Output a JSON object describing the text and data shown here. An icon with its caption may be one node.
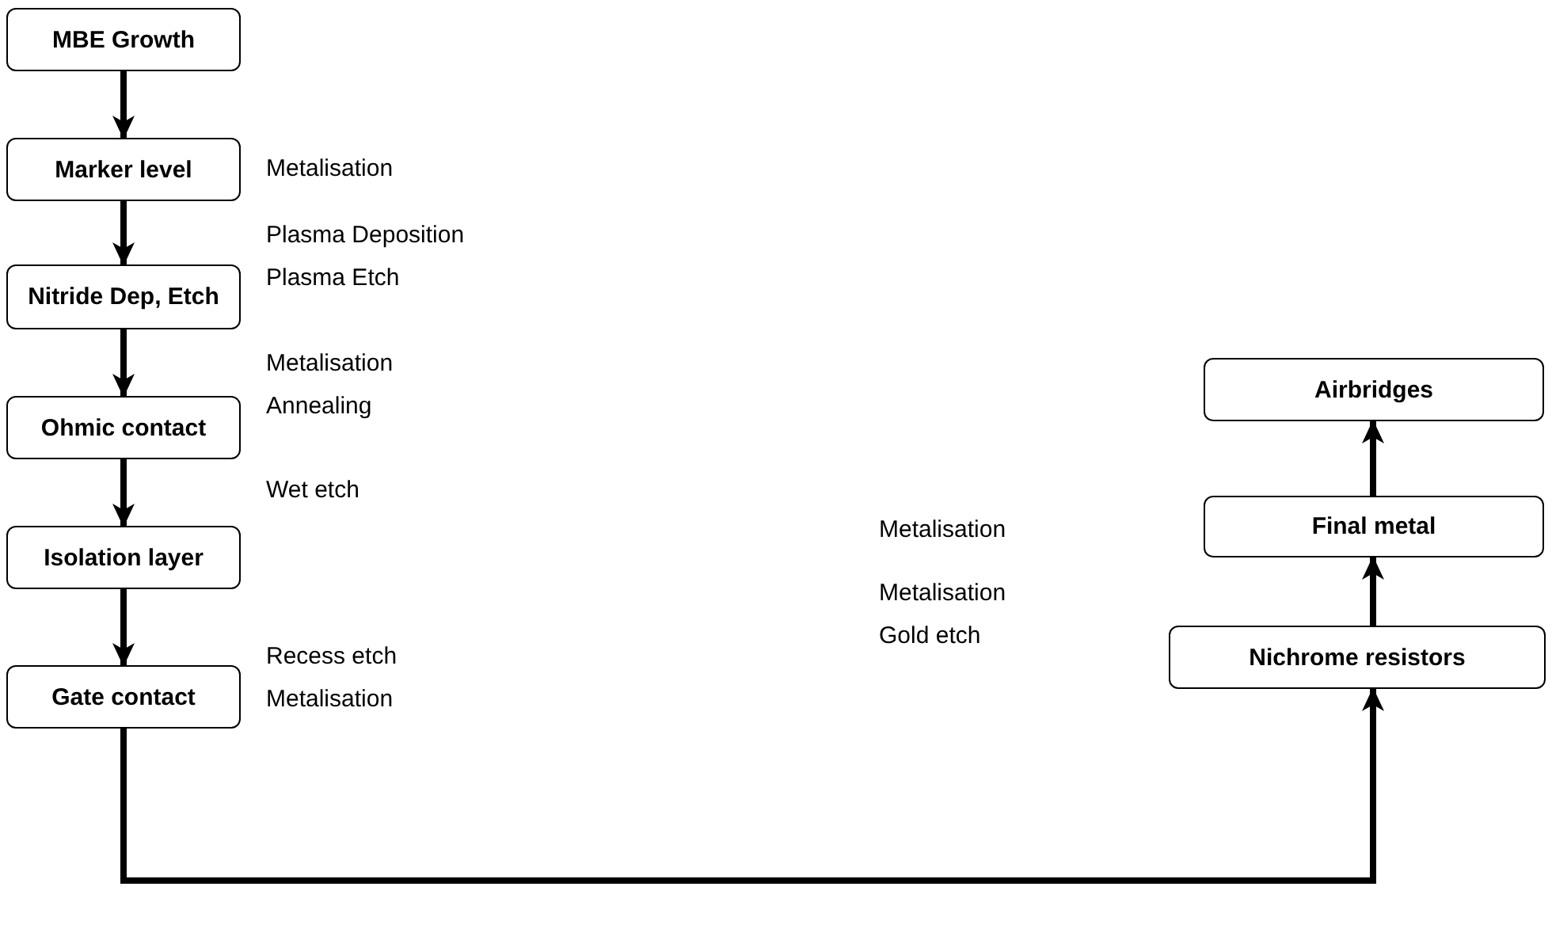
{
  "diagram": {
    "nodes": [
      {
        "text": [
          "MBE Growth"
        ]
      },
      {
        "text": [
          "Marker level"
        ],
        "beside": [
          "Metalisation"
        ]
      },
      {
        "text": [
          "Nitride Dep, Etch"
        ],
        "beside": [
          "Plasma Deposition",
          "Plasma Etch"
        ]
      },
      {
        "text": [
          "Ohmic contact"
        ],
        "beside": [
          "Metalisation",
          "Annealing"
        ]
      },
      {
        "text": [
          "Isolation layer"
        ],
        "beside": [
          "Wet etch"
        ]
      },
      {
        "text": [
          "Gate contact"
        ],
        "beside": [
          "Recess etch",
          "Metalisation"
        ]
      },
      {
        "text": [
          "Nichrome resistors"
        ],
        "beside": [
          "Metalisation",
          "Gold etch"
        ]
      },
      {
        "text": [
          "Final metal"
        ]
      },
      {
        "text": [
          "Airbridges"
        ]
      }
    ],
    "edges": [
      {
        "from": 0,
        "to": 1,
        "arrow": "to"
      },
      {
        "from": 1,
        "to": 2,
        "arrow": "to"
      },
      {
        "from": 2,
        "to": 3,
        "arrow": "to"
      },
      {
        "from": 3,
        "to": 4,
        "arrow": "to"
      },
      {
        "from": 4,
        "to": 5,
        "arrow": "to"
      },
      {
        "from": 5,
        "to": 6,
        "arrow": "to"
      },
      {
        "from": 6,
        "to": 7,
        "arrow": "to"
      },
      {
        "from": 7,
        "to": 8,
        "arrow": "to"
      }
    ],
    "labels": [
      "Metalisation"
    ]
  }
}
